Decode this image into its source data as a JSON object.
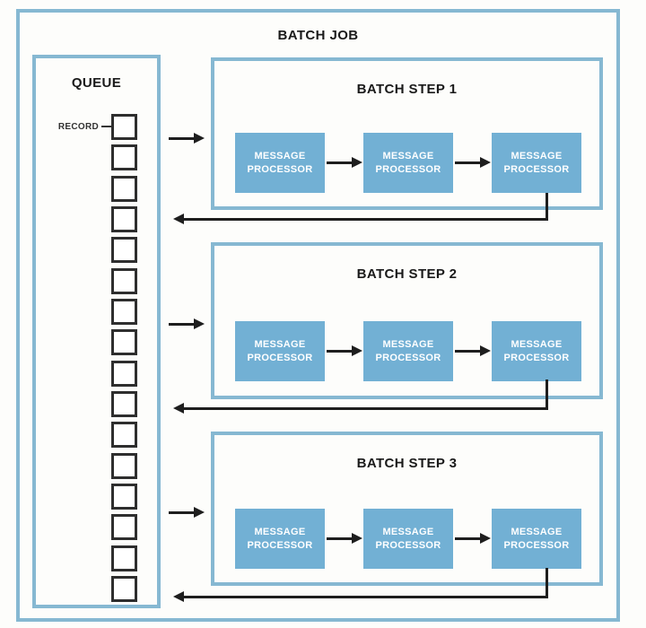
{
  "colors": {
    "border_blue": "#86b8d2",
    "processor_blue": "#72b0d4",
    "arrow_black": "#1e1e1e",
    "text_dark": "#1a1a1a",
    "record_border": "#2e2e2e",
    "page_bg": "#fdfdfb"
  },
  "diagram": {
    "title": "BATCH JOB",
    "queue": {
      "title": "QUEUE",
      "record_label": "RECORD",
      "record_count": 16
    },
    "steps": [
      {
        "title": "BATCH STEP 1",
        "processors": [
          "MESSAGE PROCESSOR",
          "MESSAGE PROCESSOR",
          "MESSAGE PROCESSOR"
        ]
      },
      {
        "title": "BATCH STEP 2",
        "processors": [
          "MESSAGE PROCESSOR",
          "MESSAGE PROCESSOR",
          "MESSAGE PROCESSOR"
        ]
      },
      {
        "title": "BATCH STEP 3",
        "processors": [
          "MESSAGE PROCESSOR",
          "MESSAGE PROCESSOR",
          "MESSAGE PROCESSOR"
        ]
      }
    ]
  }
}
